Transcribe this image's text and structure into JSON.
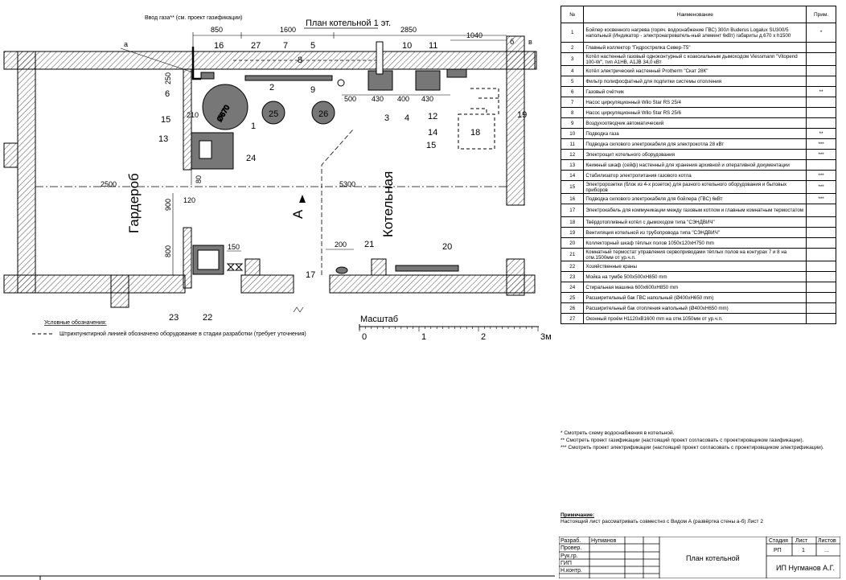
{
  "plan": {
    "title": "План котельной 1 эт.",
    "gas_input_note": "Ввод газа** (см. проект газификации)",
    "wardrobe_label": "Гардероб",
    "boiler_room_label": "Котельная",
    "section_marker": "А",
    "scale_label": "Масштаб",
    "scale_ticks": [
      "0",
      "1",
      "2",
      "3м"
    ],
    "axis_labels": [
      "а",
      "б",
      "в"
    ],
    "dimensions": [
      "850",
      "1600",
      "2850",
      "1040",
      "250",
      "210",
      "500",
      "430",
      "400",
      "430",
      "2500",
      "5300",
      "900",
      "120",
      "800",
      "80",
      "150",
      "200",
      "Ø670"
    ],
    "callouts": [
      "1",
      "2",
      "3",
      "4",
      "5",
      "6",
      "7",
      "8",
      "9",
      "10",
      "11",
      "12",
      "13",
      "14",
      "15",
      "16",
      "17",
      "18",
      "19",
      "20",
      "21",
      "22",
      "23",
      "24",
      "25",
      "26",
      "27"
    ],
    "legend_title": "Условные обозначения:",
    "legend_dashed": "Штрихпунктирной линией обозначено оборудование в стадии разработки (требует уточнения)"
  },
  "spec": {
    "headers": [
      "№",
      "Наименование",
      "Прим."
    ],
    "rows": [
      {
        "n": "1",
        "name": "Бойлер косвенного нагрева (горяч. водоснабжение ГВС) 300л Buderus Logalux SU300/5 напольный (Индикатор - электронагреватель-ный элемент 6кВт) габариты д.670 х h1500",
        "note": "*"
      },
      {
        "n": "2",
        "name": "Главный коллектор \"Гидрострелка Север-Т5\"",
        "note": ""
      },
      {
        "n": "3",
        "name": "Котёл настенный газовый одноконтурный с коаксиальным дымоходом Viessmann \"Vitopend 100-W\", тип A1HB, A1JB 34,0 кВт",
        "note": ""
      },
      {
        "n": "4",
        "name": "Котёл электрический настенный Protherm \"Скат 28К\"",
        "note": ""
      },
      {
        "n": "5",
        "name": "Фильтр полифосфатный для подпитки системы отопления",
        "note": ""
      },
      {
        "n": "6",
        "name": "Газовый счётчик",
        "note": "**"
      },
      {
        "n": "7",
        "name": "Насос циркуляционный Wilo Star RS 25/4",
        "note": ""
      },
      {
        "n": "8",
        "name": "Насос циркуляционный Wilo Star RS 25/6",
        "note": ""
      },
      {
        "n": "9",
        "name": "Воздухоотводчик автоматический",
        "note": ""
      },
      {
        "n": "10",
        "name": "Подводка газа",
        "note": "**"
      },
      {
        "n": "11",
        "name": "Подводка силового электрокабеля для электрокотла 28 кВт",
        "note": "***"
      },
      {
        "n": "12",
        "name": "Электрощит котельного оборудования",
        "note": "***"
      },
      {
        "n": "13",
        "name": "Книжный шкаф (сейф) настенный для хранения архивной и оперативной документации",
        "note": ""
      },
      {
        "n": "14",
        "name": "Стабилизатор электропитания газового котла",
        "note": "***"
      },
      {
        "n": "15",
        "name": "Электророзетки (блок из 4-х розеток) для разного котельного оборудования и бытовых приборов",
        "note": "***"
      },
      {
        "n": "16",
        "name": "Подводка силового электрокабеля для бойлера (ГВС) 6кВт",
        "note": "***"
      },
      {
        "n": "17",
        "name": "Электрокабель для коммуникации между газовым котлом и главным комнатным термостатом",
        "note": ""
      },
      {
        "n": "18",
        "name": "Твёрдотопливный котёл с дымоходом типа \"СЭНДВИЧ\"",
        "note": ""
      },
      {
        "n": "19",
        "name": "Вентиляция котельной из трубопровода типа \"СЭНДВИЧ\"",
        "note": ""
      },
      {
        "n": "20",
        "name": "Коллекторный шкаф тёплых полов 1050х120хH750 mm",
        "note": ""
      },
      {
        "n": "21",
        "name": "Комнатный термостат управления сервоприводами тёплых полов на контурах 7 и 8 на отм.1500мм от ур.ч.п.",
        "note": ""
      },
      {
        "n": "22",
        "name": "Хозяйственные краны",
        "note": ""
      },
      {
        "n": "23",
        "name": "Мойка на тумбе 500х500хH850 mm",
        "note": ""
      },
      {
        "n": "24",
        "name": "Стиральная машина 600х600хH850 mm",
        "note": ""
      },
      {
        "n": "25",
        "name": "Расширительный бак ГВС напольный (Ø400хH650 mm)",
        "note": ""
      },
      {
        "n": "26",
        "name": "Расширительный бак отопления напольный (Ø400хH650 mm)",
        "note": ""
      },
      {
        "n": "27",
        "name": "Оконный проём H1120хB1600 mm на отм.1050мм от ур.ч.п.",
        "note": ""
      }
    ]
  },
  "notes": [
    "* Смотреть схему водоснабжения в котельной.",
    "** Смотреть проект газификации (настоящий проект согласовать с проектировщиком газификации).",
    "*** Смотреть проект электрификации (настоящий проект согласовать с проектировщиком электрификации)."
  ],
  "remark": {
    "title": "Примечание:",
    "text": "Настоящий лист рассматривать совместно с Видом А (развёртка стены а-б)   Лист 2"
  },
  "stamp": {
    "roles": [
      "Разраб.",
      "Провер.",
      "Рук.гр.",
      "ГИП",
      "Н.контр."
    ],
    "developer": "Нугманов",
    "sheet_title": "План котельной",
    "stage_label": "Стадия",
    "sheet_label": "Лист",
    "sheets_label": "Листов",
    "stage": "РП",
    "sheet": "1",
    "sheets": "...",
    "company": "ИП Нугманов А.Г."
  }
}
